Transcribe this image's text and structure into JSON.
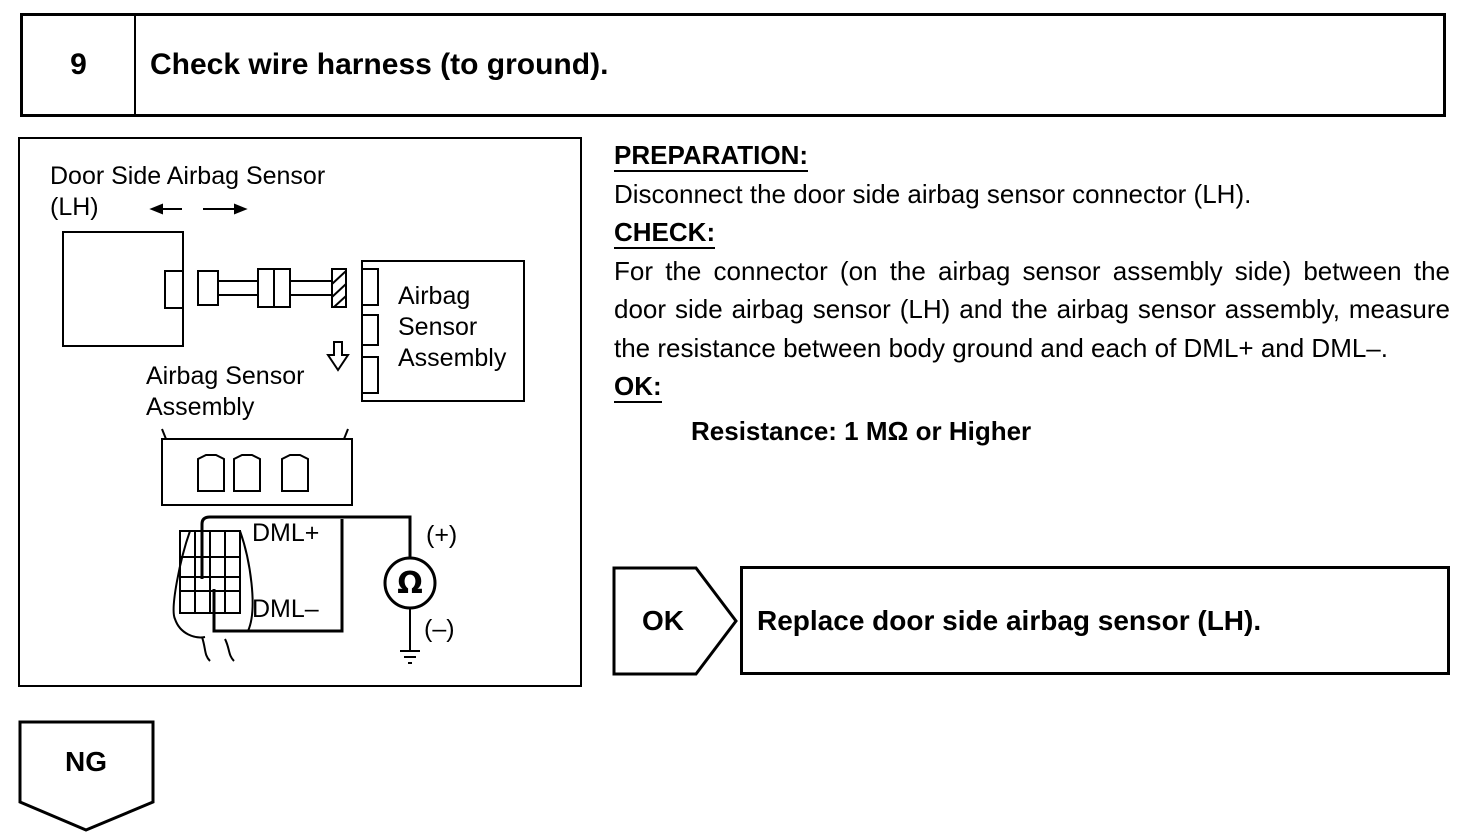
{
  "step": {
    "number": "9",
    "title": "Check wire harness (to ground)."
  },
  "illustration": {
    "label_door_sensor_line1": "Door Side Airbag Sensor",
    "label_door_sensor_line2": "(LH)",
    "label_assembly_box": [
      "Airbag",
      "Sensor",
      "Assembly"
    ],
    "label_assembly_connector_line1": "Airbag Sensor",
    "label_assembly_connector_line2": "Assembly",
    "terminal_plus": "DML+",
    "terminal_minus": "DML–",
    "ohmmeter_symbol": "Ω",
    "meter_plus": "(+)",
    "meter_minus": "(–)"
  },
  "instructions": {
    "preparation_heading": "PREPARATION:",
    "preparation_text": "Disconnect the door side airbag sensor connector (LH).",
    "check_heading": "CHECK:",
    "check_text": "For the connector (on the airbag sensor assembly side) between the door side airbag sensor (LH) and the airbag sensor assembly, measure the resistance between body ground and each of DML+ and DML–.",
    "ok_heading": "OK:",
    "ok_spec": "Resistance: 1 MΩ or Higher"
  },
  "results": {
    "ok_label": "OK",
    "ok_action": "Replace door side airbag sensor (LH).",
    "ng_label": "NG"
  }
}
